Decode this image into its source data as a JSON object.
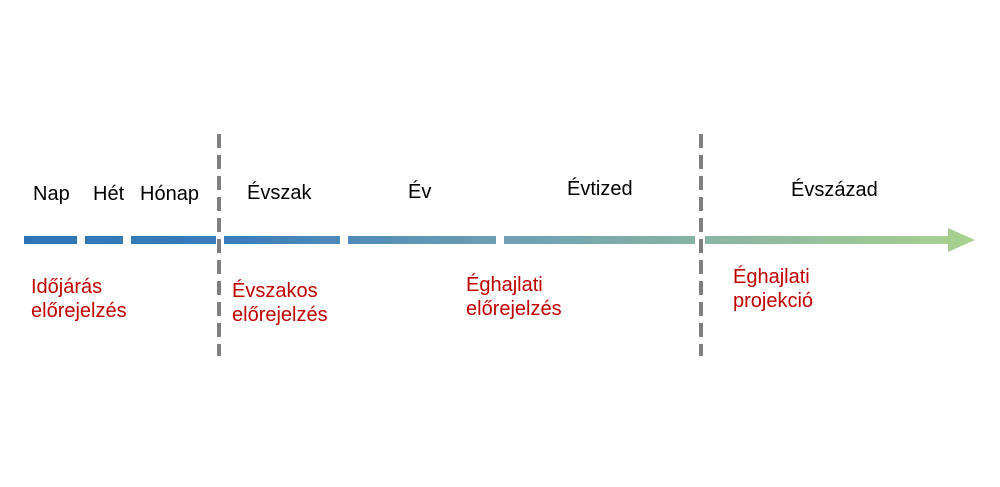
{
  "timescales": [
    "Nap",
    "Hét",
    "Hónap",
    "Évszak",
    "Év",
    "Évtized",
    "Évszázad"
  ],
  "forecasts": [
    {
      "lines": [
        "Időjárás",
        "előrejelzés"
      ]
    },
    {
      "lines": [
        "Évszakos",
        "előrejelzés"
      ]
    },
    {
      "lines": [
        "Éghajlati",
        "előrejelzés"
      ]
    },
    {
      "lines": [
        "Éghajlati",
        "projekció"
      ]
    }
  ],
  "colors": {
    "timescale_text": "#000000",
    "forecast_text": "#c00000",
    "gradient_start": "#2e75b6",
    "gradient_end": "#a9d18e",
    "divider": "#7f7f7f"
  }
}
